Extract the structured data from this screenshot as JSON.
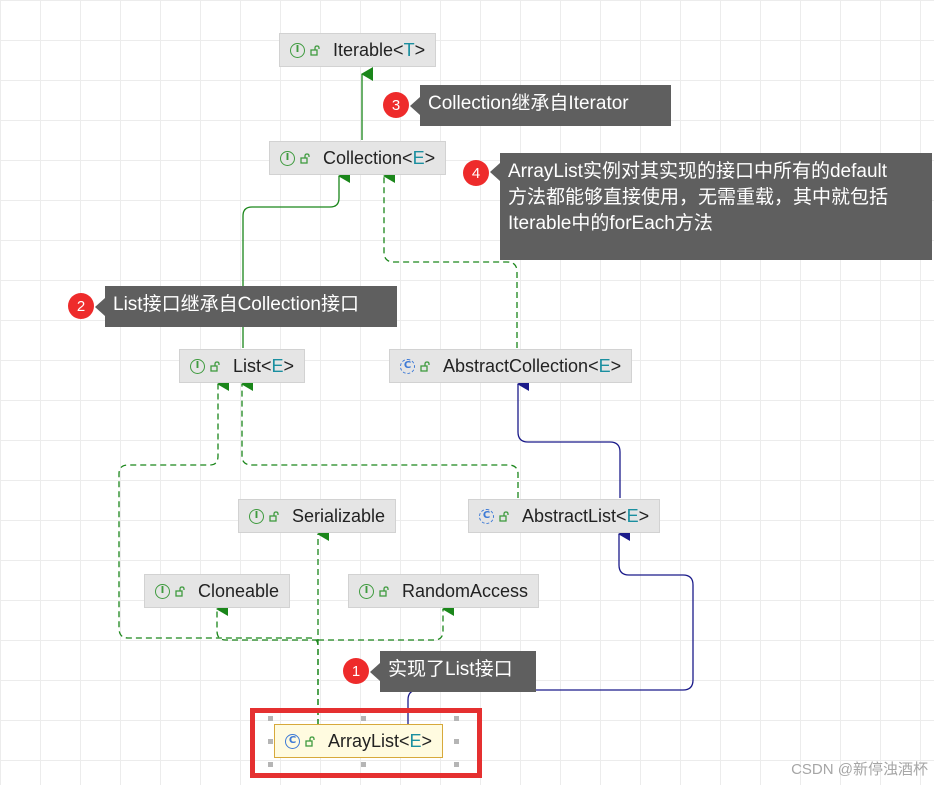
{
  "nodes": {
    "iterable": {
      "name": "Iterable",
      "type_param": "T",
      "kind": "interface"
    },
    "collection": {
      "name": "Collection",
      "type_param": "E",
      "kind": "interface"
    },
    "list": {
      "name": "List",
      "type_param": "E",
      "kind": "interface"
    },
    "abstract_collection": {
      "name": "AbstractCollection",
      "type_param": "E",
      "kind": "abstract-class"
    },
    "serializable": {
      "name": "Serializable",
      "type_param": "",
      "kind": "interface"
    },
    "abstract_list": {
      "name": "AbstractList",
      "type_param": "E",
      "kind": "abstract-class"
    },
    "cloneable": {
      "name": "Cloneable",
      "type_param": "",
      "kind": "interface"
    },
    "random_access": {
      "name": "RandomAccess",
      "type_param": "",
      "kind": "interface"
    },
    "array_list": {
      "name": "ArrayList",
      "type_param": "E",
      "kind": "class"
    }
  },
  "callouts": [
    {
      "number": "1",
      "text": "实现了List接口"
    },
    {
      "number": "2",
      "text": "List接口继承自Collection接口"
    },
    {
      "number": "3",
      "text": "Collection继承自Iterator"
    },
    {
      "number": "4",
      "lines": [
        "ArrayList实例对其实现的接口中所有的default",
        "方法都能够直接使用，无需重载，其中就包括",
        "Iterable中的forEach方法"
      ]
    }
  ],
  "badges": {
    "interface": "I",
    "class": "C"
  },
  "colors": {
    "extends_interface": "#1a861a",
    "implements": "#1a861a",
    "extends_class": "#1b1b8a",
    "callout_bg": "#5f5f5f",
    "number_bg": "#ee2b2b",
    "highlight": "#e53030"
  },
  "watermark": "CSDN @新停浊酒杯"
}
